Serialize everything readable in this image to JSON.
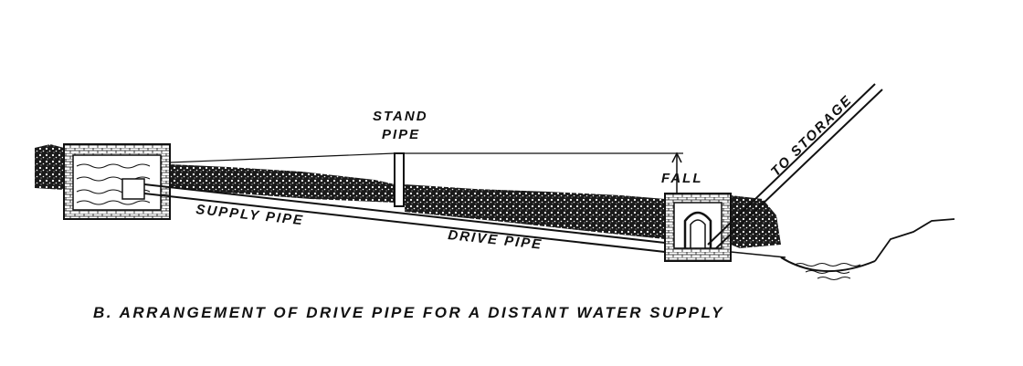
{
  "labels": {
    "stand_pipe_line1": "STAND",
    "stand_pipe_line2": "PIPE",
    "fall": "FALL",
    "to_storage": "TO STORAGE",
    "supply_pipe": "SUPPLY PIPE",
    "drive_pipe": "DRIVE PIPE",
    "caption": "B. ARRANGEMENT  OF DRIVE PIPE FOR A DISTANT WATER SUPPLY"
  },
  "colors": {
    "ink": "#111111",
    "paper": "#ffffff"
  }
}
